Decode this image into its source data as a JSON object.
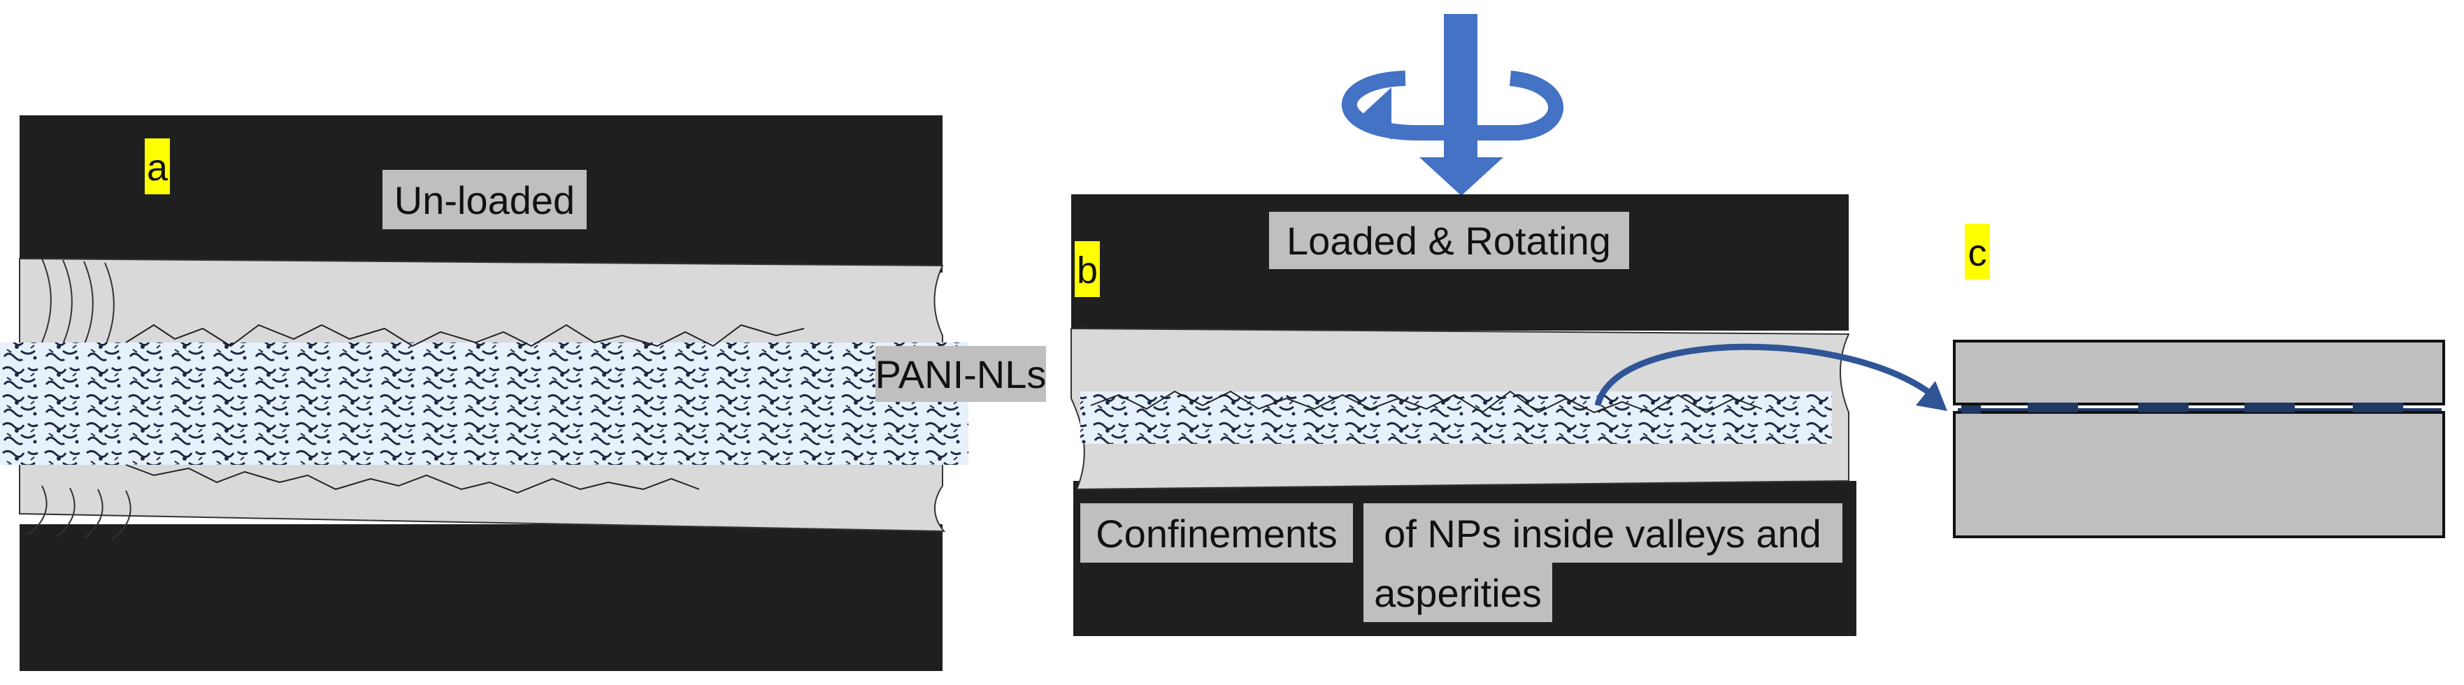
{
  "colors": {
    "platen": "#1f1f1f",
    "gap": "#d9d9d9",
    "label_box": "#bfbfbf",
    "letter_box": "#ffff00",
    "nl_light": "#e6f1fb",
    "nl_dark": "#1e2a44",
    "arrow_blue": "#4472c4",
    "arrow_navy": "#2f5597",
    "zoom_fill": "#bfbfbf",
    "zoom_particle": "#1f3864"
  },
  "icons": {
    "rotation": "rotation-arrow-icon",
    "pointer": "curved-arrow-icon"
  },
  "panel_a": {
    "letter": "a",
    "state_label": "Un-loaded",
    "layer_label": "PANI-NLs"
  },
  "panel_b": {
    "letter": "b",
    "state_label": "Loaded & Rotating",
    "caption_line1_part1": "Confinements",
    "caption_line1_part2": "of NPs inside valleys and",
    "caption_line2": "asperities"
  },
  "panel_c": {
    "letter": "c"
  }
}
